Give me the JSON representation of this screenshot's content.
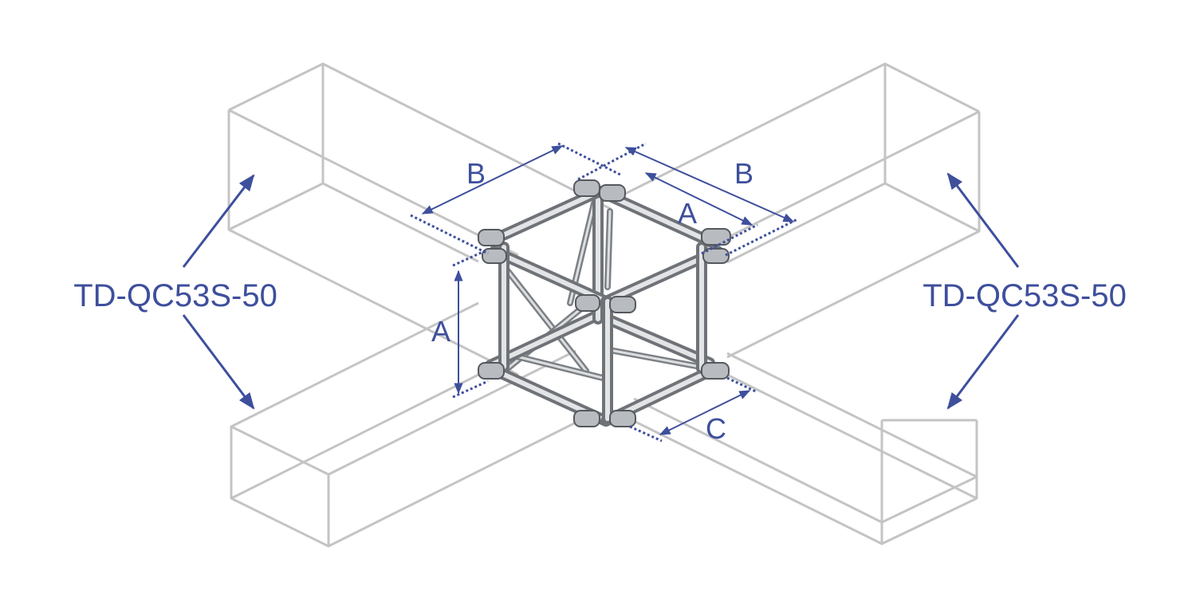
{
  "labels": {
    "model_left": "TD-QC53S-50",
    "model_right": "TD-QC53S-50",
    "dim_b_left": "B",
    "dim_b_right": "B",
    "dim_a_top": "A",
    "dim_a_left": "A",
    "dim_c": "C"
  },
  "colors": {
    "annotation": "#3e4f9c",
    "ghost_outline": "#c4c4c4",
    "tube_dark": "#6f7378",
    "tube_light": "#e2e4e6"
  }
}
